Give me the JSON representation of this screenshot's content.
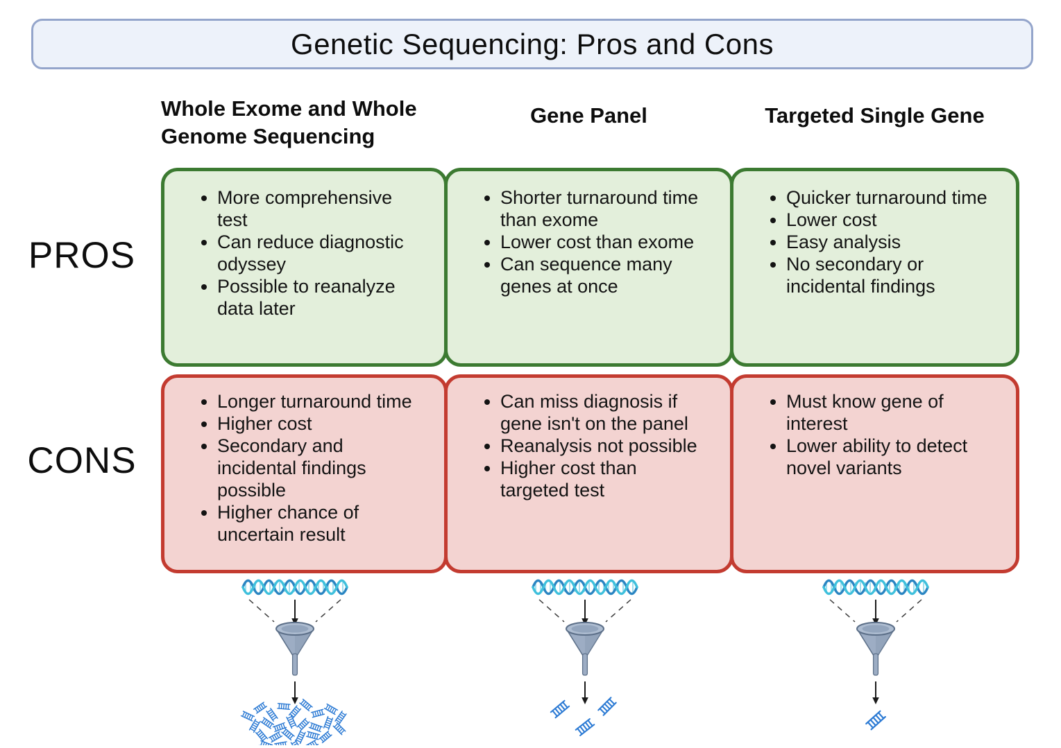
{
  "title": "Genetic Sequencing: Pros and Cons",
  "row_labels": {
    "pros": "PROS",
    "cons": "CONS"
  },
  "columns": [
    {
      "header": "Whole Exome and Whole Genome Sequencing",
      "pros": [
        "More comprehensive test",
        "Can reduce diagnostic odyssey",
        "Possible to reanalyze data later"
      ],
      "cons": [
        "Longer turnaround time",
        "Higher cost",
        "Secondary and incidental findings possible",
        "Higher chance of uncertain result"
      ],
      "illustration": {
        "input": "dna-helix",
        "filter": "funnel",
        "output": "many small DNA fragments",
        "output_amount": "many"
      }
    },
    {
      "header": "Gene Panel",
      "pros": [
        "Shorter turnaround time than exome",
        "Lower cost than exome",
        "Can sequence many genes at once"
      ],
      "cons": [
        "Can miss diagnosis if gene isn't on the panel",
        "Reanalysis not possible",
        "Higher cost than targeted test"
      ],
      "illustration": {
        "input": "dna-helix",
        "filter": "funnel",
        "output": "3 DNA fragments",
        "output_amount": "few"
      }
    },
    {
      "header": "Targeted Single Gene",
      "pros": [
        "Quicker turnaround time",
        "Lower cost",
        "Easy analysis",
        "No secondary or incidental findings"
      ],
      "cons": [
        "Must know gene of interest",
        "Lower ability to detect novel variants"
      ],
      "illustration": {
        "input": "dna-helix",
        "filter": "funnel",
        "output": "1 DNA fragment",
        "output_amount": "single"
      }
    }
  ],
  "colors": {
    "title_bg": "#edf2fa",
    "title_border": "#94a5cb",
    "pros_bg": "#e3efdb",
    "pros_border": "#3c7a31",
    "cons_bg": "#f3d3d1",
    "cons_border": "#c33b30",
    "dna_strand_blue": "#2a85c2",
    "dna_strand_cyan": "#3fc0dc",
    "dna_rung": "#9fdeee",
    "funnel_fill": "#9dadc4",
    "funnel_outline": "#5c6f88",
    "fragment_blue": "#2d7bd4",
    "text": "#111111"
  }
}
